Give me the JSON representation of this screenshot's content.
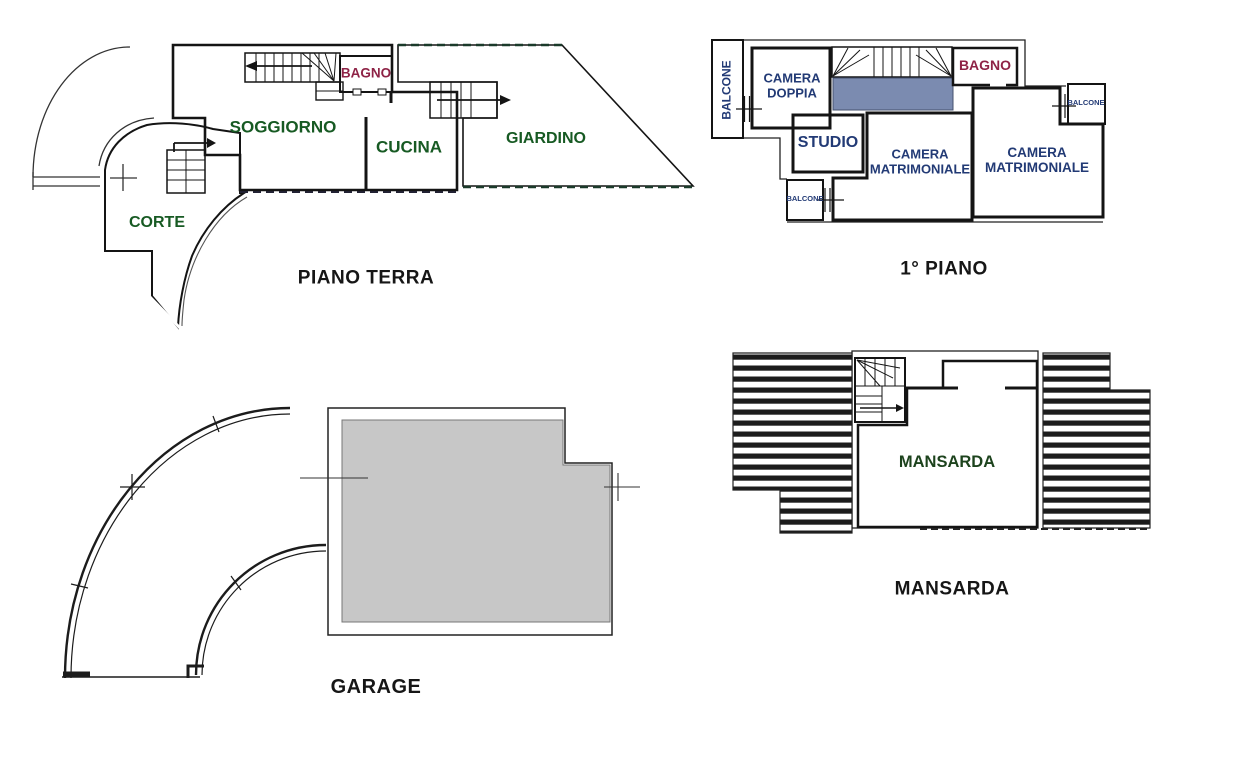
{
  "figure": {
    "type": "floor-plan-set",
    "language": "it"
  },
  "colors": {
    "light_green": "#a8d72f",
    "dark_green": "#2aa24d",
    "pink": "#f2a9c6",
    "light_blue": "#abdbe8",
    "slate_blue": "#7b8bb0",
    "balcony_yellow": "#f8ee0e",
    "garage_gray": "#c7c7c7",
    "wall": "#141414"
  },
  "plans": {
    "piano_terra": {
      "title": "PIANO TERRA",
      "rooms": {
        "soggiorno": "SOGGIORNO",
        "cucina": "CUCINA",
        "bagno": "BAGNO",
        "giardino": "GIARDINO",
        "corte": "CORTE"
      }
    },
    "primo_piano": {
      "title": "1° PIANO",
      "rooms": {
        "camera_doppia": "CAMERA DOPPIA",
        "studio": "STUDIO",
        "camera_matrimoniale_centro": "CAMERA MATRIMONIALE",
        "camera_matrimoniale_destra": "CAMERA MATRIMONIALE",
        "bagno": "BAGNO",
        "balcone_sinistra": "BALCONE",
        "balcone_destra": "BALCONE",
        "balcone_basso": "BALCONE"
      }
    },
    "mansarda": {
      "title": "MANSARDA",
      "rooms": {
        "mansarda": "MANSARDA"
      }
    },
    "garage": {
      "title": "GARAGE"
    }
  }
}
